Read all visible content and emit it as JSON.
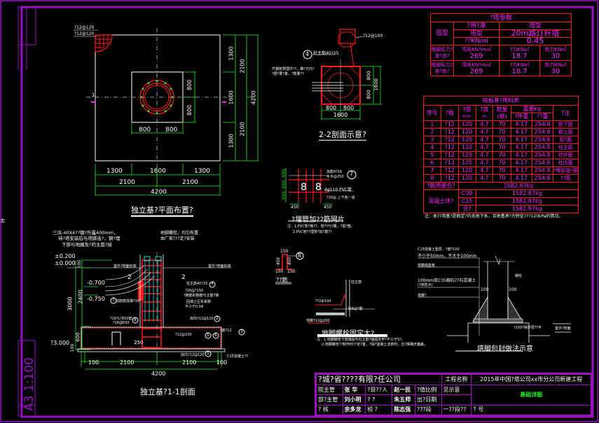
{
  "colors": {
    "frame": "#9a10c8",
    "dimension": "#22ee22",
    "rebar": "#ff1a1a",
    "table_text": "#ff22ff",
    "outline": "#ffffff",
    "anchor": "#22e0e0",
    "status_green": "#22ee22"
  },
  "sheet": {
    "scale_label": "A3 1:100",
    "margin_mark": "±"
  },
  "tower_params": {
    "title": "?塔参数",
    "row_type_label": "塔型",
    "usage_label": "?用?准",
    "type_header": "塔型",
    "usage_value": "塔型",
    "type_value": "20m路灯杆塔",
    "wind_label": "??KN/㎡",
    "wind_value": "0.45",
    "reaction_label_1": "塔脚反力?准?合?",
    "reaction_label_2": "塔脚反力?准?合?",
    "moment_label": "弯矩KN?m㎡",
    "axial_label": "?力KN㎡",
    "shear_label": "剪力KN㎡",
    "moment_1": "269",
    "axial_1": "18.7",
    "shear_1": "30",
    "moment_2": "269",
    "axial_2": "18.7",
    "shear_2": "30"
  },
  "material_table": {
    "title": "筏板基?用料表",
    "headers": {
      "no": "序号",
      "spec": "?格",
      "spacing": "?距",
      "spacing_unit": "mm",
      "length": "?度",
      "length_unit": "m",
      "qty": "数量",
      "qty_unit": "(根)",
      "weight": "重量kg",
      "unit_weight": "?件重",
      "total_weight": "??重",
      "remark": "?注"
    },
    "rows": [
      {
        "no": "1",
        "spec": "?12",
        "spacing": "120",
        "length": "4.7",
        "qty": "70",
        "unit": "4.17",
        "total": "254.8",
        "remark": "板下筋"
      },
      {
        "no": "2",
        "spec": "?12",
        "spacing": "120",
        "length": "4.7",
        "qty": "70",
        "unit": "4.17",
        "total": "254.8",
        "remark": "板上筋"
      },
      {
        "no": "3",
        "spec": "?12",
        "spacing": "120",
        "length": "4.7",
        "qty": "70",
        "unit": "4.17",
        "total": "254.8",
        "remark": "板?筋"
      },
      {
        "no": "4",
        "spec": "?12",
        "spacing": "120",
        "length": "4.7",
        "qty": "70",
        "unit": "4.17",
        "total": "254.8",
        "remark": "柱主筋"
      },
      {
        "no": "5",
        "spec": "?12",
        "spacing": "120",
        "length": "4.7",
        "qty": "70",
        "unit": "4.17",
        "total": "254.8",
        "remark": "柱外箍"
      },
      {
        "no": "6",
        "spec": "?12",
        "spacing": "120",
        "length": "4.7",
        "qty": "70",
        "unit": "4.17",
        "total": "254.8",
        "remark": "柱内箍"
      },
      {
        "no": "7",
        "spec": "?12",
        "spacing": "120",
        "length": "4.7",
        "qty": "70",
        "unit": "4.17",
        "total": "254.8",
        "remark": "?埋管加?筋"
      },
      {
        "no": "8",
        "spec": "?12",
        "spacing": "120",
        "length": "4.7",
        "qty": "70",
        "unit": "4.17",
        "total": "254.8",
        "remark": "??筋"
      }
    ],
    "steel_total_label": "?筋用量合?",
    "steel_total": "1582.87kg",
    "concrete_label": "混凝土体?",
    "concrete_rows": [
      {
        "grade": "C30",
        "value": "1582.87kg"
      },
      {
        "grade": "C15",
        "value": "1582.87kg"
      },
      {
        "grade": "合?",
        "value": "1582.87kg"
      }
    ],
    "note": "注：本??用基?是假定?内无地下水，且地基承?力特征???120kPa的情况。"
  },
  "plan_view": {
    "title": "独立基?平面布置?",
    "rebar_label_1": "?12@120",
    "rebar_label_2": "?12@120",
    "section_mark": "1",
    "dims_inner": [
      "800",
      "800"
    ],
    "dims_row1": [
      "1300",
      "1600",
      "1300"
    ],
    "dims_row2": [
      "2100",
      "2100"
    ],
    "dims_total": "4200",
    "vdims_col1": [
      "1300",
      "800",
      "800",
      "1300"
    ],
    "vdims_col1_mid": "1600",
    "vdims_col2": [
      "2100",
      "2100"
    ],
    "vdims_total": "4200"
  },
  "section_22": {
    "title": "2-2剖面示意?",
    "callout_top": "?12@100",
    "callout_num": "4",
    "callout_text": "柱主筋40?25",
    "left_note_1": "竹钢管预埋件??，确?方向?",
    "left_note_2": "?据?要?置，?数量??",
    "dims_h": [
      "800",
      "800"
    ],
    "dim_h_total": "1600",
    "dims_v": [
      "800",
      "800"
    ],
    "dim_v_total": "1600"
  },
  "pipe_mesh": {
    "title": "?埋管加??筋网片",
    "dims_v": [
      "650",
      "650",
      "650"
    ],
    "dims_h": [
      "450",
      "450"
    ],
    "callout_num": "7",
    "note_a": "加筋4?16",
    "note_b": "水平@250",
    "note_c": "4φ110 PVC管",
    "note_d": "?16@ 上下各一道",
    "note_1": "注：1.PVC管?格??，管??与?量，?需?整。",
    "note_2": "2.PVC管??埋管?加?筋??"
  },
  "section_11": {
    "title": "独立基?1-1剖面",
    "note_top_1": "三块-40X4??钢?外露400mm，",
    "note_top_2": "待?塔安装后与塔脚连?，钢?埋",
    "note_top_3": "下部与地圈及?的主筋?接",
    "anchor_note_1": "地脚螺栓，均匀布置",
    "anchor_note_2": "由厂家???定?安装",
    "ground_label_l": "室外?地面标高",
    "ground_label_r": "室外?地面标高",
    "elev_1": "±0.200",
    "elev_2": "±0.000",
    "elev_3": "-0.700",
    "elev_4": "-0.750",
    "elev_5": "?3.000",
    "sec_mark_l": "2",
    "sec_mark_r": "2",
    "callout_4": "柱主筋40?25",
    "callout_4_num": "4",
    "callout_stir_1": "?16@?150",
    "callout_stir_2": "?箍筋的箍筋与主筋?接",
    "callout_7": "加筋筋混凝?16",
    "callout_7_num": "7",
    "callout_backfill_1": "回填土压实系数",
    "callout_backfill_2": "不小于0.94",
    "callout_8": "?16?L?650筋",
    "callout_8b": "?16@650",
    "callout_8_num": "8",
    "callout_2": "双向?12@120",
    "callout_2_num": "2",
    "callout_3": "?筋?12",
    "callout_3_num": "3",
    "callout_56": "?12@100",
    "callout_5_num": "5",
    "callout_6_num": "6",
    "callout_1": "双向?12@120",
    "callout_1_num": "1",
    "callout_c15": "C15混凝土??",
    "dim_250": "250",
    "dims_v_outer": "3000",
    "dims_v_inner": [
      "100",
      "2400",
      "600",
      "100"
    ],
    "dims_h": [
      "100",
      "2100",
      "2100",
      "100"
    ],
    "dim_h_total": "4200"
  },
  "hook_bar": {
    "num": "8",
    "dims": [
      "150",
      "450",
      "450",
      "150",
      "150"
    ],
    "title": "??筋"
  },
  "anchor_detail": {
    "title": "地脚螺栓固定大?",
    "label_a": "柱主筋",
    "label_b": "??2ф10d",
    "label_c": "?16@?筋",
    "label_d": "地脚?12@200",
    "note_1": "注：1.地脚螺栓下部锚固与柱主筋?接固定牢?不小于5?。",
    "note_2": "2.地脚螺栓??制作时??定?置，?保?混凝土浇筑时，位?准确无偏差。"
  },
  "tower_foot": {
    "title": "塔脚包封做法示意",
    "note_1": "C15混凝土垫层，?度?100",
    "note_2": "不小于50mm，不大于100mm",
    "note_3": "塔脚底座板",
    "note_4": "100mm厚C35细石??石混凝土",
    "note_5": "(?抹防水)",
    "note_6": "塔脚?",
    "note_7": "钢柱",
    "dim_l": "100",
    "dim_r": "100",
    "slope": "?150?保护层??平",
    "right_label": "室外?地面"
  },
  "title_block": {
    "company": "?城?省????有限?任公司",
    "project_label": "工程名称",
    "project_name": "2015年中国?塔公司xx市分公司新建工程",
    "drawing_name": "基础详图",
    "rows": [
      {
        "role": "院主管",
        "sig": "张 华",
        "role2": "?目??人",
        "sig2": "赵一民",
        "k": "?值比例",
        "v": "见示意"
      },
      {
        "role": "部?主管",
        "sig": "刘小明",
        "role2": "?   ?",
        "sig2": "朱五师",
        "k": "出?日期",
        "v": ""
      },
      {
        "role": "?  核",
        "sig": "余多龙",
        "role2": "校   ?",
        "sig2": "陈志强",
        "k": "???段",
        "v": "一??段??",
        "k2": "? 号",
        "v2": ""
      }
    ]
  }
}
